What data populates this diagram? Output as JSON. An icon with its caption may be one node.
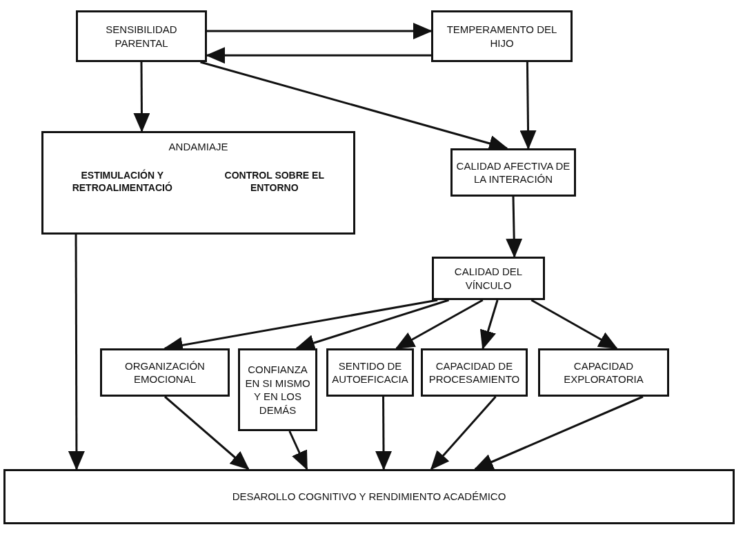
{
  "diagram": {
    "nodes": [
      {
        "text": [
          "SENSIBILIDAD PARENTAL"
        ]
      },
      {
        "text": [
          "TEMPERAMENTO DEL HIJO"
        ]
      },
      {
        "text": [
          "ANDAMIAJE",
          "ESTIMULACIÓN Y RETROALIMENTACIÓ",
          "CONTROL SOBRE EL ENTORNO"
        ]
      },
      {
        "text": [
          "CALIDAD AFECTIVA DE LA INTERACIÓN"
        ]
      },
      {
        "text": [
          "CALIDAD DEL VÍNCULO"
        ]
      },
      {
        "text": [
          "ORGANIZACIÓN EMOCIONAL"
        ]
      },
      {
        "text": [
          "CONFIANZA EN SI MISMO Y EN LOS DEMÁS"
        ]
      },
      {
        "text": [
          "SENTIDO DE AUTOEFICACIA"
        ]
      },
      {
        "text": [
          "CAPACIDAD DE PROCESAMIENTO"
        ]
      },
      {
        "text": [
          "CAPACIDAD EXPLORATORIA"
        ]
      },
      {
        "text": [
          "DESAROLLO COGNITIVO Y RENDIMIENTO ACADÉMICO"
        ]
      }
    ],
    "edges": [
      {
        "from": 0,
        "to": 1,
        "arrow": "to"
      },
      {
        "from": 1,
        "to": 0,
        "arrow": "to"
      },
      {
        "from": 0,
        "to": 3,
        "arrow": "to"
      },
      {
        "from": 0,
        "to": 2,
        "arrow": "to"
      },
      {
        "from": 1,
        "to": 3,
        "arrow": "to"
      },
      {
        "from": 3,
        "to": 4,
        "arrow": "to"
      },
      {
        "from": 4,
        "to": 5,
        "arrow": "to"
      },
      {
        "from": 4,
        "to": 6,
        "arrow": "to"
      },
      {
        "from": 4,
        "to": 7,
        "arrow": "to"
      },
      {
        "from": 4,
        "to": 8,
        "arrow": "to"
      },
      {
        "from": 4,
        "to": 9,
        "arrow": "to"
      },
      {
        "from": 2,
        "to": 10,
        "arrow": "to"
      },
      {
        "from": 5,
        "to": 10,
        "arrow": "to"
      },
      {
        "from": 6,
        "to": 10,
        "arrow": "to"
      },
      {
        "from": 7,
        "to": 10,
        "arrow": "to"
      },
      {
        "from": 8,
        "to": 10,
        "arrow": "to"
      },
      {
        "from": 9,
        "to": 10,
        "arrow": "to"
      }
    ]
  }
}
